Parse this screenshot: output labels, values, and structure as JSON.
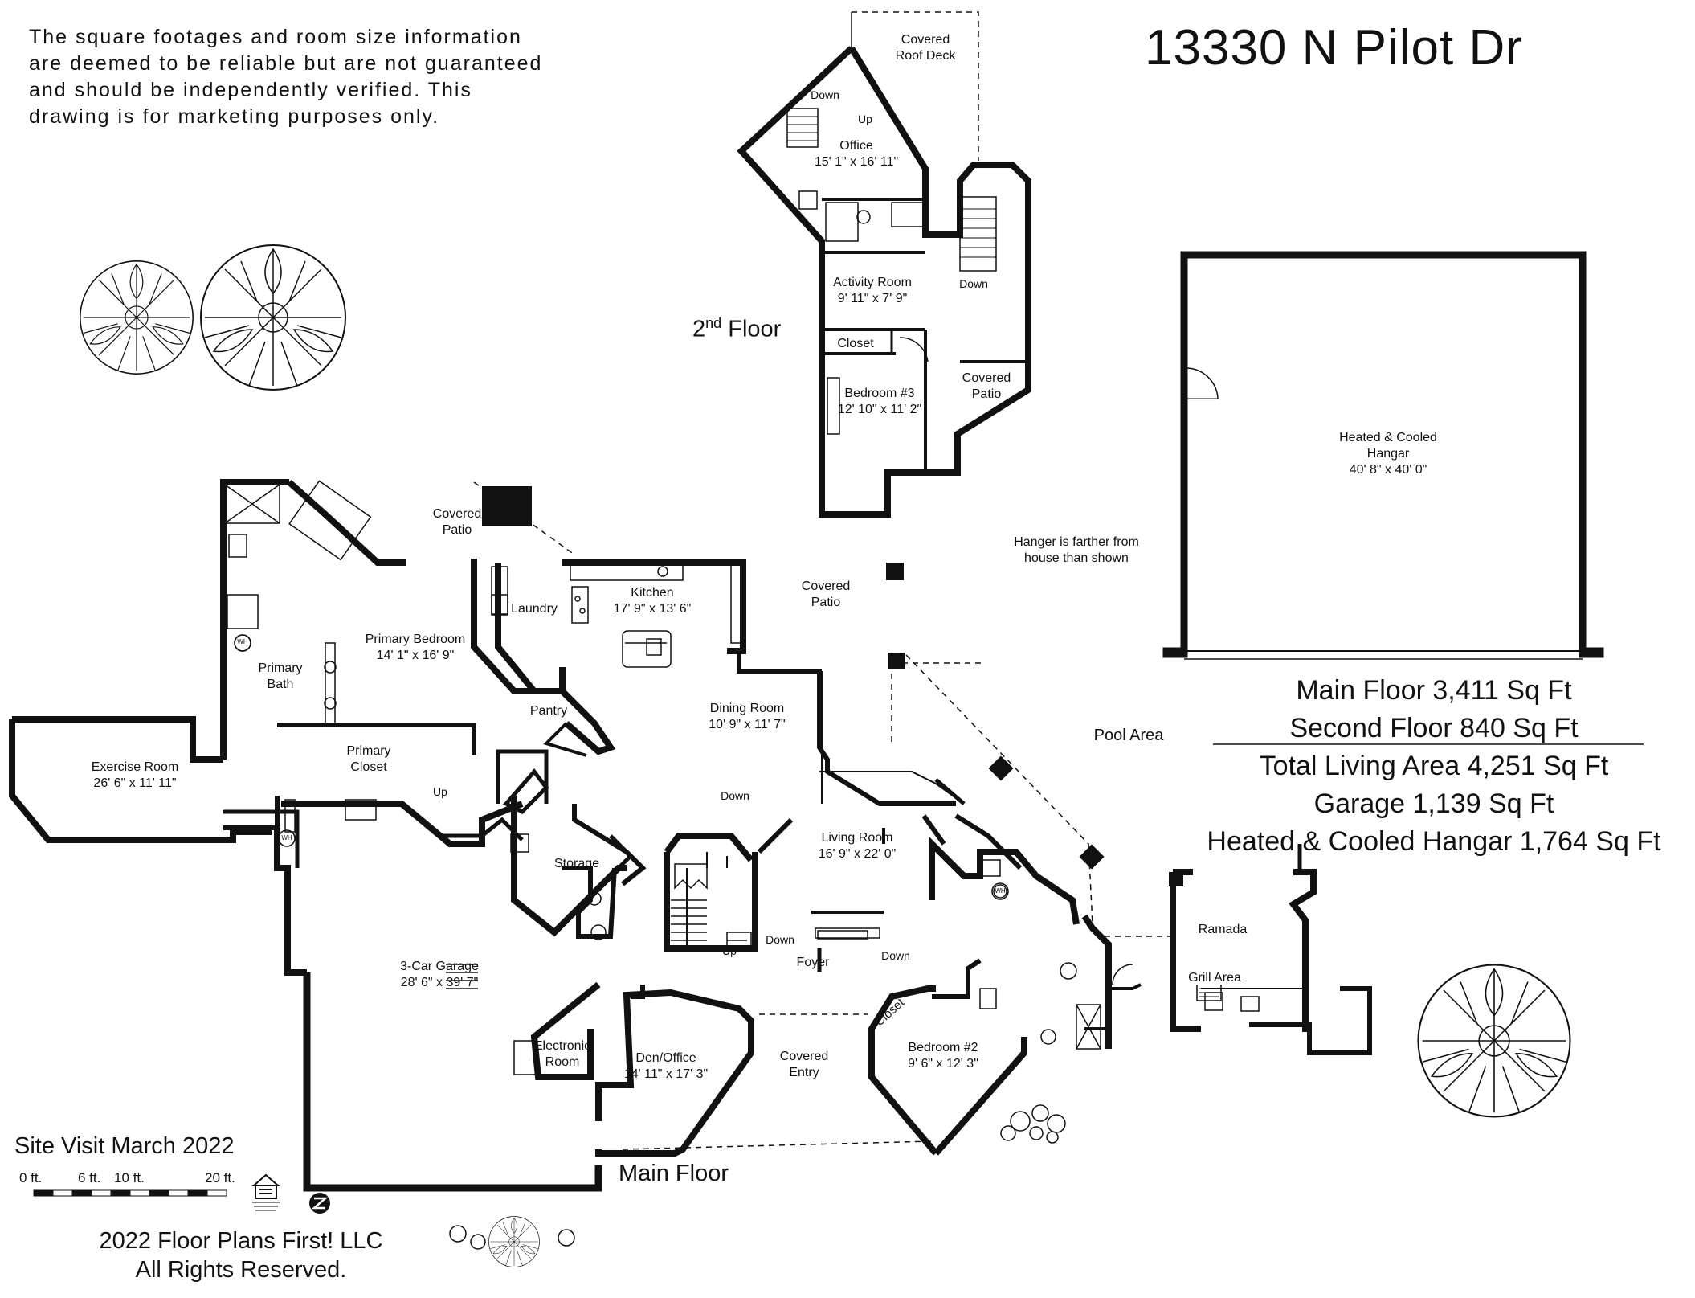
{
  "disclaimer": [
    "The square footages and room size information",
    "are deemed to be reliable but are not guaranteed",
    "and should be independently verified. This",
    "drawing is for marketing purposes only."
  ],
  "address": "13330 N Pilot Dr",
  "area_summary": {
    "main_floor": "Main Floor 3,411 Sq Ft",
    "second_floor": "Second Floor 840 Sq Ft",
    "total": "Total Living Area 4,251 Sq Ft",
    "garage": "Garage 1,139 Sq Ft",
    "hangar": "Heated & Cooled Hangar 1,764 Sq Ft"
  },
  "floor_labels": {
    "second_prefix": "2",
    "second_sup": "nd",
    "second_word": "Floor",
    "main": "Main Floor"
  },
  "hangar_note": [
    "Hanger is farther from",
    "house than shown"
  ],
  "pool_area": "Pool Area",
  "rooms": {
    "covered_roof_deck": [
      "Covered",
      "Roof Deck"
    ],
    "office": [
      "Office",
      "15' 1\" x 16' 11\""
    ],
    "down_a": "Down",
    "up_a": "Up",
    "down_b": "Down",
    "activity_room": [
      "Activity Room",
      "9' 11\" x 7' 9\""
    ],
    "closet_2nd": "Closet",
    "bedroom3": [
      "Bedroom #3",
      "12' 10\" x 11' 2\""
    ],
    "covered_patio_2nd": [
      "Covered",
      "Patio"
    ],
    "hangar": [
      "Heated & Cooled",
      "Hangar",
      "40' 8\" x 40' 0\""
    ],
    "covered_patio_a": [
      "Covered",
      "Patio"
    ],
    "laundry": "Laundry",
    "kitchen": [
      "Kitchen",
      "17' 9\" x 13' 6\""
    ],
    "covered_patio_b": [
      "Covered",
      "Patio"
    ],
    "primary_bedroom": [
      "Primary Bedroom",
      "14' 1\" x 16' 9\""
    ],
    "primary_bath": [
      "Primary",
      "Bath"
    ],
    "pantry": "Pantry",
    "dining_room": [
      "Dining Room",
      "10' 9\" x 11' 7\""
    ],
    "exercise_room": [
      "Exercise Room",
      "26' 6\" x 11' 11\""
    ],
    "primary_closet": [
      "Primary",
      "Closet"
    ],
    "up_b": "Up",
    "down_c": "Down",
    "living_room": [
      "Living Room",
      "16' 9\" x 22' 0\""
    ],
    "storage": "Storage",
    "up_c": "Up",
    "down_d": "Down",
    "down_e": "Down",
    "foyer": "Foyer",
    "garage": [
      "3-Car Garage",
      "28' 6\" x 39' 7\""
    ],
    "electronic_room": [
      "Electronic",
      "Room"
    ],
    "den_office": [
      "Den/Office",
      "14' 11\" x 17' 3\""
    ],
    "covered_entry": [
      "Covered",
      "Entry"
    ],
    "bedroom2": [
      "Bedroom #2",
      "9' 6\" x 12' 3\""
    ],
    "closet_main": "Closet",
    "ramada": "Ramada",
    "grill_area": "Grill Area",
    "wh": "WH"
  },
  "site_visit": "Site Visit March 2022",
  "scale": {
    "a": "0 ft.",
    "b": "6 ft.",
    "c": "10 ft.",
    "d": "20 ft."
  },
  "copyright": [
    "2022 Floor Plans First! LLC",
    "All Rights Reserved."
  ]
}
